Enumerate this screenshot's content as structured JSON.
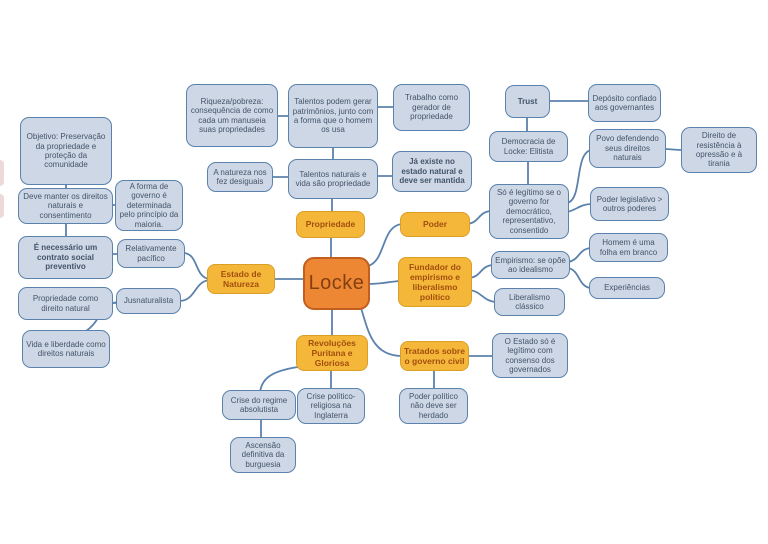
{
  "diagram_type": "mind-map",
  "central_topic": "Locke",
  "colors": {
    "background": "#ffffff",
    "line": "#5b82ac",
    "blue_fill": "#cdd7e5",
    "blue_border": "#5b82ac",
    "blue_text": "#44546a",
    "yellow_fill": "#f4b73a",
    "yellow_border": "#d99f26",
    "yellow_text": "#a34e0d",
    "locke_fill": "#ed8733",
    "locke_border": "#c25e20",
    "locke_text": "#843f12"
  },
  "nodes": {
    "locke": "Locke",
    "propriedade": "Propriedade",
    "poder": "Poder",
    "estado_natureza": "Estado de Natureza",
    "fundador": "Fundador do empirismo e liberalismo político",
    "revolucoes": "Revoluções Puritana e Gloriosa",
    "tratados": "Tratados sobre o governo civil",
    "objetivo": "Objetivo: Preservação da propriedade e proteção da comunidade",
    "deve_manter": "Deve manter os direitos naturais e consentimento",
    "contrato": "É necessário um contrato social preventivo",
    "prop_direito": "Propriedade como direito natural",
    "vida_liberdade": "Vida e liberdade como direitos naturais",
    "forma_governo": "A forma de governo é determinada pelo princípio da maioria.",
    "relativamente": "Relativamente pacífico",
    "jusnaturalista": "Jusnaturalista",
    "riqueza": "Riqueza/pobreza: consequência de como cada um manuseia suas propriedades",
    "talentos_podem": "Talentos podem gerar patrimônios, junto com a forma que o homem os usa",
    "natureza_desiguais": "A natureza nos fez desiguais",
    "talentos_naturais": "Talentos naturais e vida são propriedade",
    "trabalho": "Trabalho como gerador de propriedade",
    "ja_existe": "Já existe no estado natural e deve ser mantida",
    "trust": "Trust",
    "deposito": "Depósito confiado aos governantes",
    "democracia": "Democracia de Locke: Elitista",
    "povo": "Povo defendendo seus direitos naturais",
    "direito_resistencia": "Direito de resistência à opressão e à tirania",
    "so_legitimo": "Só é legítimo se o governo for democrático, representativo, consentido",
    "poder_legislativo": "Poder legislativo > outros poderes",
    "empirismo": "Empirismo: se opõe ao idealismo",
    "liberalismo": "Liberalismo clássico",
    "homem_folha": "Homem é uma folha em branco",
    "experiencias": "Experiências",
    "estado_legitimo": "O Estado só é legítimo com consenso dos governados",
    "poder_politico": "Poder político não deve ser herdado",
    "crise_politico": "Crise político-religiosa na Inglaterra",
    "crise_regime": "Crise do regime absolutista",
    "ascensao": "Ascensão definitiva da burguesia"
  },
  "edges": [
    [
      "objetivo",
      "deve_manter"
    ],
    [
      "deve_manter",
      "contrato"
    ],
    [
      "deve_manter",
      "forma_governo"
    ],
    [
      "contrato",
      "relativamente"
    ],
    [
      "prop_direito",
      "jusnaturalista"
    ],
    [
      "vida_liberdade",
      "jusnaturalista"
    ],
    [
      "relativamente",
      "estado_natureza"
    ],
    [
      "jusnaturalista",
      "estado_natureza"
    ],
    [
      "estado_natureza",
      "locke"
    ],
    [
      "talentos_naturais",
      "propriedade"
    ],
    [
      "propriedade",
      "locke"
    ],
    [
      "riqueza",
      "talentos_podem"
    ],
    [
      "talentos_podem",
      "trabalho"
    ],
    [
      "talentos_podem",
      "talentos_naturais"
    ],
    [
      "natureza_desiguais",
      "talentos_naturais"
    ],
    [
      "talentos_naturais",
      "ja_existe"
    ],
    [
      "locke",
      "poder"
    ],
    [
      "locke",
      "fundador"
    ],
    [
      "poder",
      "so_legitimo"
    ],
    [
      "so_legitimo",
      "povo"
    ],
    [
      "so_legitimo",
      "poder_legislativo"
    ],
    [
      "trust",
      "deposito"
    ],
    [
      "trust",
      "democracia"
    ],
    [
      "democracia",
      "so_legitimo"
    ],
    [
      "povo",
      "direito_resistencia"
    ],
    [
      "fundador",
      "empirismo"
    ],
    [
      "fundador",
      "liberalismo"
    ],
    [
      "empirismo",
      "homem_folha"
    ],
    [
      "empirismo",
      "experiencias"
    ],
    [
      "locke",
      "revolucoes"
    ],
    [
      "locke",
      "tratados"
    ],
    [
      "revolucoes",
      "crise_politico"
    ],
    [
      "revolucoes",
      "crise_regime"
    ],
    [
      "crise_regime",
      "ascensao"
    ],
    [
      "tratados",
      "poder_politico"
    ],
    [
      "tratados",
      "estado_legitimo"
    ]
  ]
}
